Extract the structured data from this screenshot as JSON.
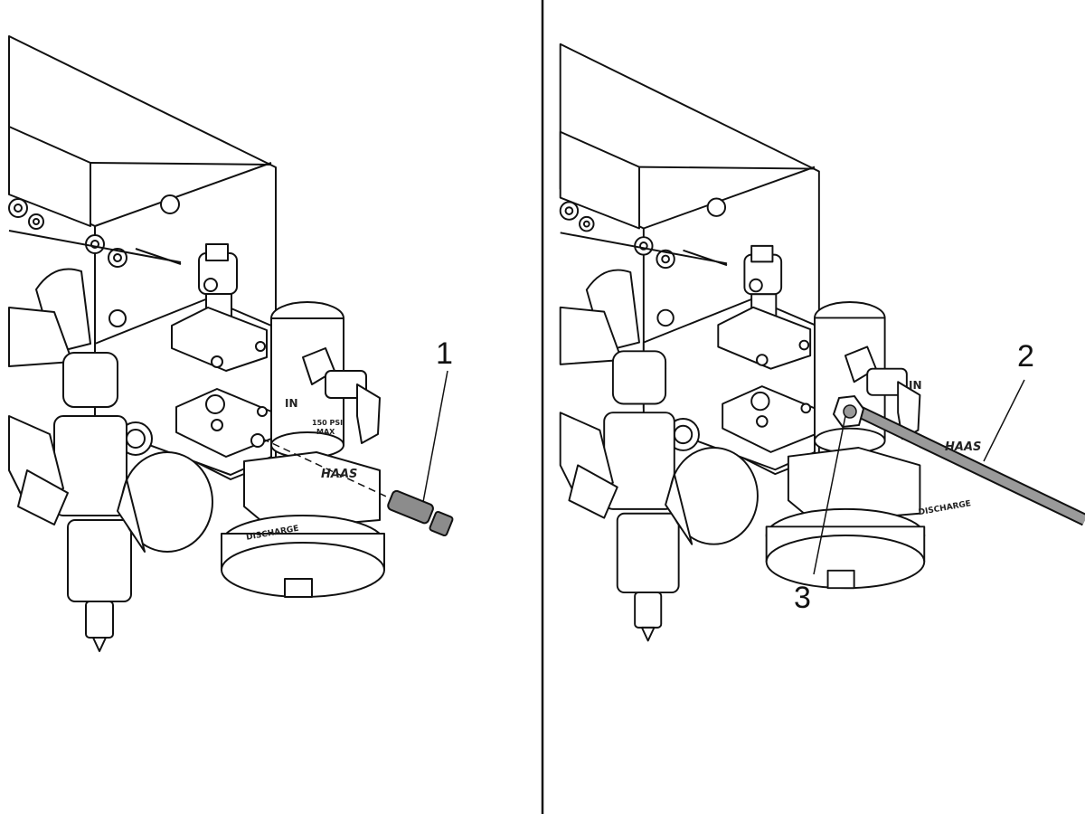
{
  "callouts": {
    "one": "1",
    "two": "2",
    "three": "3"
  },
  "stamps": {
    "discharge": "DISCHARGE",
    "psi_line1": "150 PSI",
    "psi_line2": "MAX",
    "in_mark": "IN",
    "brand": "HAAS"
  },
  "colors": {
    "line": "#111111",
    "tube": "#9a9a9a",
    "part": "#8c8c8c",
    "panel": "#ffffff"
  }
}
